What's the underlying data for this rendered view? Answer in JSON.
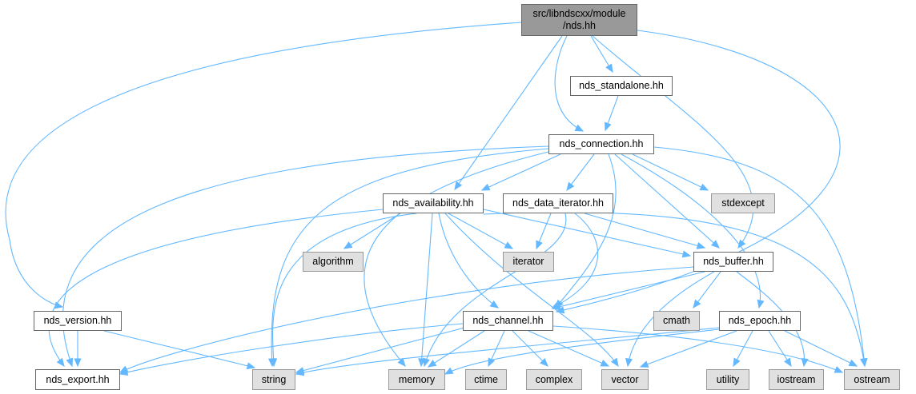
{
  "diagram": {
    "type": "include-dependency-graph",
    "colors": {
      "edge": "#63b8ff",
      "root_fill": "#999999",
      "system_fill": "#e0e0e0",
      "local_fill": "#ffffff",
      "border": "#666666"
    },
    "nodes": {
      "root": {
        "line1": "src/libndscxx/module",
        "line2": "/nds.hh"
      },
      "nds_standalone": "nds_standalone.hh",
      "nds_connection": "nds_connection.hh",
      "nds_availability": "nds_availability.hh",
      "nds_data_iterator": "nds_data_iterator.hh",
      "stdexcept": "stdexcept",
      "algorithm": "algorithm",
      "iterator": "iterator",
      "nds_buffer": "nds_buffer.hh",
      "nds_version": "nds_version.hh",
      "nds_channel": "nds_channel.hh",
      "cmath": "cmath",
      "nds_epoch": "nds_epoch.hh",
      "nds_export": "nds_export.hh",
      "string": "string",
      "memory": "memory",
      "ctime": "ctime",
      "complex": "complex",
      "vector": "vector",
      "utility": "utility",
      "iostream": "iostream",
      "ostream": "ostream"
    },
    "edges": [
      [
        "root",
        "nds_standalone"
      ],
      [
        "root",
        "nds_connection"
      ],
      [
        "root",
        "nds_availability"
      ],
      [
        "root",
        "nds_buffer"
      ],
      [
        "root",
        "nds_channel"
      ],
      [
        "root",
        "nds_version"
      ],
      [
        "nds_standalone",
        "nds_connection"
      ],
      [
        "nds_connection",
        "nds_availability"
      ],
      [
        "nds_connection",
        "nds_data_iterator"
      ],
      [
        "nds_connection",
        "stdexcept"
      ],
      [
        "nds_connection",
        "nds_buffer"
      ],
      [
        "nds_connection",
        "nds_channel"
      ],
      [
        "nds_connection",
        "nds_epoch"
      ],
      [
        "nds_connection",
        "ostream"
      ],
      [
        "nds_connection",
        "string"
      ],
      [
        "nds_connection",
        "memory"
      ],
      [
        "nds_connection",
        "nds_export"
      ],
      [
        "nds_availability",
        "algorithm"
      ],
      [
        "nds_availability",
        "iterator"
      ],
      [
        "nds_availability",
        "nds_buffer"
      ],
      [
        "nds_availability",
        "nds_channel"
      ],
      [
        "nds_availability",
        "memory"
      ],
      [
        "nds_availability",
        "vector"
      ],
      [
        "nds_availability",
        "string"
      ],
      [
        "nds_availability",
        "nds_export"
      ],
      [
        "nds_availability",
        "ostream"
      ],
      [
        "nds_data_iterator",
        "iterator"
      ],
      [
        "nds_data_iterator",
        "nds_buffer"
      ],
      [
        "nds_data_iterator",
        "nds_channel"
      ],
      [
        "nds_data_iterator",
        "memory"
      ],
      [
        "nds_buffer",
        "nds_channel"
      ],
      [
        "nds_buffer",
        "cmath"
      ],
      [
        "nds_buffer",
        "vector"
      ],
      [
        "nds_buffer",
        "iostream"
      ],
      [
        "nds_buffer",
        "nds_export"
      ],
      [
        "nds_version",
        "nds_export"
      ],
      [
        "nds_version",
        "string"
      ],
      [
        "nds_channel",
        "nds_export"
      ],
      [
        "nds_channel",
        "string"
      ],
      [
        "nds_channel",
        "memory"
      ],
      [
        "nds_channel",
        "ctime"
      ],
      [
        "nds_channel",
        "complex"
      ],
      [
        "nds_channel",
        "vector"
      ],
      [
        "nds_channel",
        "ostream"
      ],
      [
        "nds_epoch",
        "string"
      ],
      [
        "nds_epoch",
        "memory"
      ],
      [
        "nds_epoch",
        "vector"
      ],
      [
        "nds_epoch",
        "utility"
      ],
      [
        "nds_epoch",
        "iostream"
      ],
      [
        "nds_epoch",
        "ostream"
      ]
    ]
  }
}
